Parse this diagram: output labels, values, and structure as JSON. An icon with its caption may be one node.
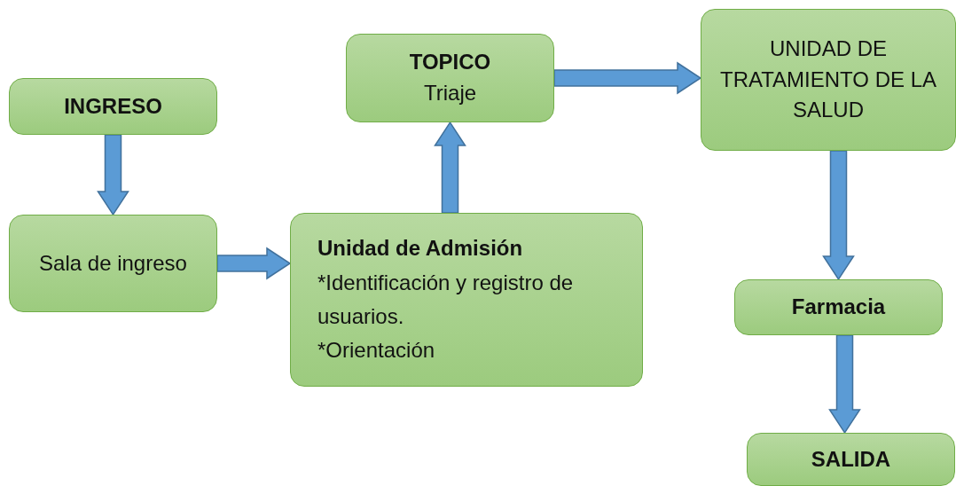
{
  "diagram": {
    "nodes": [
      {
        "text": [
          "INGRESO"
        ]
      },
      {
        "text": [
          "Sala de ingreso"
        ]
      },
      {
        "text": [
          "Unidad de Admisión",
          "*Identificación y registro de usuarios.",
          "*Orientación"
        ]
      },
      {
        "text": [
          "TOPICO",
          "Triaje"
        ]
      },
      {
        "text": [
          "UNIDAD DE TRATAMIENTO DE LA SALUD"
        ]
      },
      {
        "text": [
          "Farmacia"
        ]
      },
      {
        "text": [
          "SALIDA"
        ]
      }
    ],
    "edges": [
      {
        "from": 0,
        "to": 1,
        "arrow": "to"
      },
      {
        "from": 1,
        "to": 2,
        "arrow": "to"
      },
      {
        "from": 2,
        "to": 3,
        "arrow": "to"
      },
      {
        "from": 3,
        "to": 4,
        "arrow": "to"
      },
      {
        "from": 4,
        "to": 5,
        "arrow": "to"
      },
      {
        "from": 5,
        "to": 6,
        "arrow": "to"
      }
    ]
  }
}
